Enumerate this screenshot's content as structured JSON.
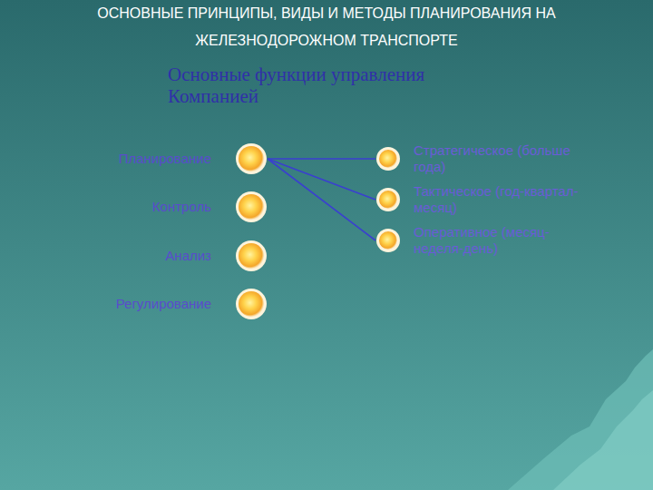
{
  "diagram": {
    "title": "ОСНОВНЫЕ ПРИНЦИПЫ, ВИДЫ И МЕТОДЫ ПЛАНИРОВАНИЯ НА ЖЕЛЕЗНОДОРОЖНОМ ТРАНСПОРТЕ",
    "nodes": [
      {
        "text": [
          "Планирование"
        ]
      },
      {
        "text": [
          "Контроль"
        ]
      },
      {
        "text": [
          "Анализ"
        ]
      },
      {
        "text": [
          "Регулирование"
        ]
      },
      {
        "text": [
          "Стратегическое (больше года)"
        ]
      },
      {
        "text": [
          "Тактическое (год-квартал-месяц)"
        ]
      },
      {
        "text": [
          "Оперативное (месяц-неделя-день)"
        ]
      }
    ],
    "edges": [
      {
        "from": 0,
        "to": 4,
        "arrow": "none"
      },
      {
        "from": 0,
        "to": 5,
        "arrow": "none"
      },
      {
        "from": 0,
        "to": 6,
        "arrow": "none"
      }
    ],
    "labels": [
      "Основные функции управления Компанией"
    ]
  }
}
